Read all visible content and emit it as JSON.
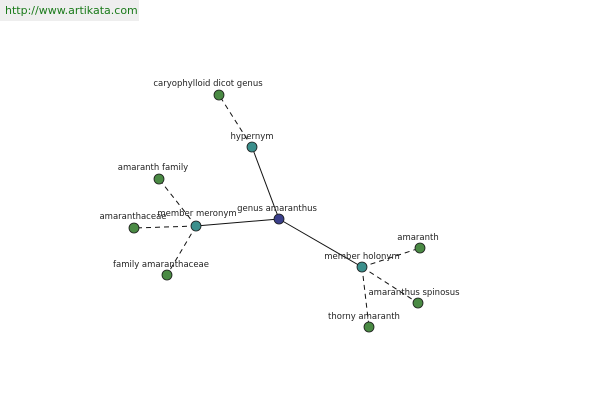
{
  "header": {
    "url": "http://www.artikata.com"
  },
  "colors": {
    "center": "#3a3f8a",
    "relation": "#3b8f8c",
    "leaf": "#4a8a44",
    "edge": "#111111",
    "dashed_edge": "#111111"
  },
  "graph": {
    "nodes": [
      {
        "id": "genus",
        "label": "genus amaranthus",
        "kind": "center"
      },
      {
        "id": "hypernym",
        "label": "hypernym",
        "kind": "relation"
      },
      {
        "id": "meronym",
        "label": "member meronym",
        "kind": "relation"
      },
      {
        "id": "holonym",
        "label": "member holonym",
        "kind": "relation"
      },
      {
        "id": "caryo",
        "label": "caryophylloid dicot genus",
        "kind": "leaf"
      },
      {
        "id": "amfam",
        "label": "amaranth family",
        "kind": "leaf"
      },
      {
        "id": "amaceae",
        "label": "amaranthaceae",
        "kind": "leaf"
      },
      {
        "id": "famam",
        "label": "family amaranthaceae",
        "kind": "leaf"
      },
      {
        "id": "amaranth",
        "label": "amaranth",
        "kind": "leaf"
      },
      {
        "id": "spinosus",
        "label": "amaranthus spinosus",
        "kind": "leaf"
      },
      {
        "id": "thorny",
        "label": "thorny amaranth",
        "kind": "leaf"
      }
    ],
    "edges": [
      {
        "from": "genus",
        "to": "hypernym",
        "style": "solid"
      },
      {
        "from": "genus",
        "to": "meronym",
        "style": "solid"
      },
      {
        "from": "genus",
        "to": "holonym",
        "style": "solid"
      },
      {
        "from": "hypernym",
        "to": "caryo",
        "style": "dashed"
      },
      {
        "from": "meronym",
        "to": "amfam",
        "style": "dashed"
      },
      {
        "from": "meronym",
        "to": "amaceae",
        "style": "dashed"
      },
      {
        "from": "meronym",
        "to": "famam",
        "style": "dashed"
      },
      {
        "from": "holonym",
        "to": "amaranth",
        "style": "dashed"
      },
      {
        "from": "holonym",
        "to": "spinosus",
        "style": "dashed"
      },
      {
        "from": "holonym",
        "to": "thorny",
        "style": "dashed"
      }
    ]
  }
}
